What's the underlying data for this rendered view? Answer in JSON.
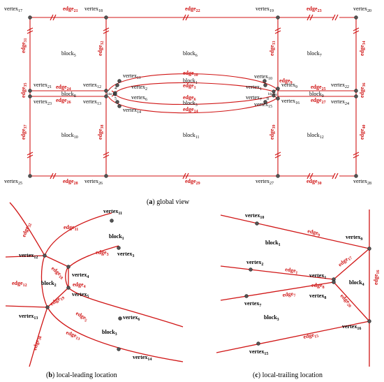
{
  "captions": [
    {
      "letter": "a",
      "text": " global view"
    },
    {
      "letter": "b",
      "text": " local-leading location"
    },
    {
      "letter": "c",
      "text": " local-trailing location"
    }
  ],
  "colors": {
    "edge": "#d01515",
    "text": "#000000",
    "vertex": "#555555"
  },
  "global": {
    "vertices": [
      {
        "b": "vertex",
        "s": "17"
      },
      {
        "b": "vertex",
        "s": "18"
      },
      {
        "b": "vertex",
        "s": "19"
      },
      {
        "b": "vertex",
        "s": "20"
      },
      {
        "b": "vertex",
        "s": "21"
      },
      {
        "b": "vertex",
        "s": "12"
      },
      {
        "b": "vertex",
        "s": "11"
      },
      {
        "b": "vertex",
        "s": "10"
      },
      {
        "b": "vertex",
        "s": "22"
      },
      {
        "b": "vertex",
        "s": "2"
      },
      {
        "b": "vertex",
        "s": "1"
      },
      {
        "b": "vertex",
        "s": "9"
      },
      {
        "b": "vertex",
        "s": "4"
      },
      {
        "b": "vertex",
        "s": "5"
      },
      {
        "b": "vertex",
        "s": "8"
      },
      {
        "b": "vertex",
        "s": "16"
      },
      {
        "b": "vertex",
        "s": "23"
      },
      {
        "b": "vertex",
        "s": "13"
      },
      {
        "b": "vertex",
        "s": "6"
      },
      {
        "b": "vertex",
        "s": "15"
      },
      {
        "b": "vertex",
        "s": "24"
      },
      {
        "b": "vertex",
        "s": "14"
      },
      {
        "b": "vertex",
        "s": "7"
      },
      {
        "b": "vertex",
        "s": "25"
      },
      {
        "b": "vertex",
        "s": "26"
      },
      {
        "b": "vertex",
        "s": "27"
      },
      {
        "b": "vertex",
        "s": "28"
      }
    ],
    "edges": [
      {
        "b": "edge",
        "s": "21"
      },
      {
        "b": "edge",
        "s": "22"
      },
      {
        "b": "edge",
        "s": "23"
      },
      {
        "b": "edge",
        "s": "31"
      },
      {
        "b": "edge",
        "s": "32"
      },
      {
        "b": "edge",
        "s": "33"
      },
      {
        "b": "edge",
        "s": "34"
      },
      {
        "b": "edge",
        "s": "10"
      },
      {
        "b": "edge",
        "s": "9"
      },
      {
        "b": "edge",
        "s": "24"
      },
      {
        "b": "edge",
        "s": "25"
      },
      {
        "b": "edge",
        "s": "35"
      },
      {
        "b": "edge",
        "s": "36"
      },
      {
        "b": "edge",
        "s": "1"
      },
      {
        "b": "edge",
        "s": "6"
      },
      {
        "b": "edge",
        "s": "26"
      },
      {
        "b": "edge",
        "s": "27"
      },
      {
        "b": "edge",
        "s": "14"
      },
      {
        "b": "edge",
        "s": "37"
      },
      {
        "b": "edge",
        "s": "38"
      },
      {
        "b": "edge",
        "s": "39"
      },
      {
        "b": "edge",
        "s": "40"
      },
      {
        "b": "edge",
        "s": "28"
      },
      {
        "b": "edge",
        "s": "29"
      },
      {
        "b": "edge",
        "s": "30"
      }
    ],
    "blocks": [
      {
        "b": "block",
        "s": "5"
      },
      {
        "b": "block",
        "s": "6"
      },
      {
        "b": "block",
        "s": "7"
      },
      {
        "b": "block",
        "s": "8"
      },
      {
        "b": "block",
        "s": "1"
      },
      {
        "b": "block",
        "s": "2"
      },
      {
        "b": "block",
        "s": "4"
      },
      {
        "b": "block",
        "s": "3"
      },
      {
        "b": "block",
        "s": "9"
      },
      {
        "b": "block",
        "s": "10"
      },
      {
        "b": "block",
        "s": "11"
      },
      {
        "b": "block",
        "s": "12"
      }
    ]
  },
  "leading": {
    "labels": [
      {
        "b": "vertex",
        "s": "11"
      },
      {
        "b": "vertex",
        "s": "12"
      },
      {
        "b": "vertex",
        "s": "3"
      },
      {
        "b": "vertex",
        "s": "4"
      },
      {
        "b": "vertex",
        "s": "5"
      },
      {
        "b": "vertex",
        "s": "13"
      },
      {
        "b": "vertex",
        "s": "6"
      },
      {
        "b": "vertex",
        "s": "14"
      },
      {
        "b": "edge",
        "s": "32"
      },
      {
        "b": "edge",
        "s": "11"
      },
      {
        "b": "edge",
        "s": "3"
      },
      {
        "b": "edge",
        "s": "18"
      },
      {
        "b": "edge",
        "s": "12"
      },
      {
        "b": "edge",
        "s": "4"
      },
      {
        "b": "edge",
        "s": "19"
      },
      {
        "b": "edge",
        "s": "5"
      },
      {
        "b": "edge",
        "s": "13"
      },
      {
        "b": "edge",
        "s": "38"
      },
      {
        "b": "block",
        "s": "1"
      },
      {
        "b": "block",
        "s": "2"
      },
      {
        "b": "block",
        "s": "3"
      }
    ]
  },
  "trailing": {
    "labels": [
      {
        "b": "vertex",
        "s": "10"
      },
      {
        "b": "vertex",
        "s": "9"
      },
      {
        "b": "vertex",
        "s": "2"
      },
      {
        "b": "vertex",
        "s": "1"
      },
      {
        "b": "vertex",
        "s": "7"
      },
      {
        "b": "vertex",
        "s": "8"
      },
      {
        "b": "vertex",
        "s": "16"
      },
      {
        "b": "vertex",
        "s": "15"
      },
      {
        "b": "edge",
        "s": "9"
      },
      {
        "b": "edge",
        "s": "1"
      },
      {
        "b": "edge",
        "s": "17"
      },
      {
        "b": "edge",
        "s": "16"
      },
      {
        "b": "edge",
        "s": "8"
      },
      {
        "b": "edge",
        "s": "7"
      },
      {
        "b": "edge",
        "s": "20"
      },
      {
        "b": "edge",
        "s": "15"
      },
      {
        "b": "block",
        "s": "1"
      },
      {
        "b": "block",
        "s": "4"
      },
      {
        "b": "block",
        "s": "3"
      }
    ]
  }
}
